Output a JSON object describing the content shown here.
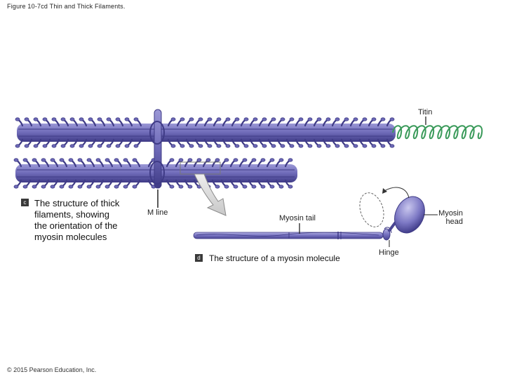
{
  "figure_title": "Figure 10-7cd Thin and Thick Filaments.",
  "copyright": "© 2015 Pearson Education, Inc.",
  "labels": {
    "titin": "Titin",
    "m_line": "M line",
    "myosin_tail": "Myosin tail",
    "myosin_head_line1": "Myosin",
    "myosin_head_line2": "head",
    "hinge": "Hinge"
  },
  "panel_c": {
    "letter": "c",
    "caption_lines": [
      "The structure of thick",
      "filaments, showing",
      "the orientation of the",
      "myosin molecules"
    ]
  },
  "panel_d": {
    "letter": "d",
    "caption": "The structure of a myosin molecule"
  },
  "colors": {
    "filament": "#6e6ab8",
    "filament_dark": "#3f3b86",
    "filament_light": "#9b98d6",
    "titin": "#3a9a5a",
    "outline": "#222222"
  }
}
